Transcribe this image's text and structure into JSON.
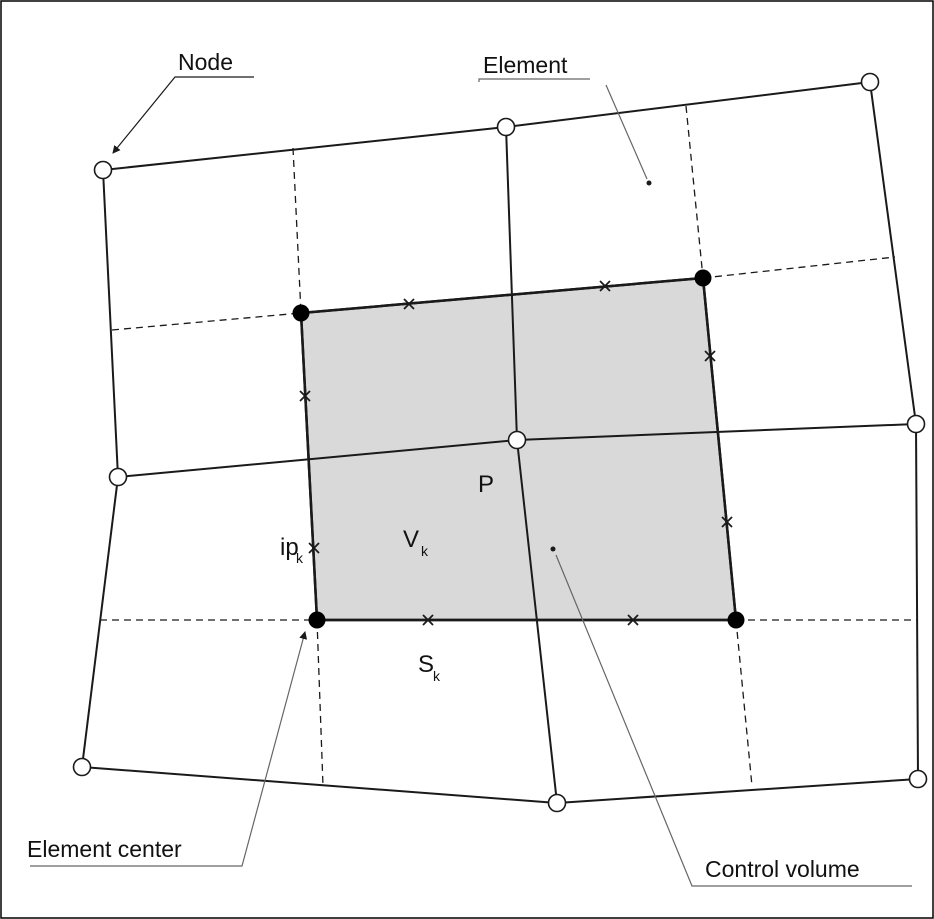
{
  "labels": {
    "node": "Node",
    "element": "Element",
    "element_center": "Element center",
    "control_volume": "Control volume",
    "point": "P",
    "volume": "V",
    "volume_sub": "k",
    "surface": "S",
    "surface_sub": "k",
    "ip": "ip",
    "ip_sub": "k"
  },
  "colors": {
    "line": "#1a1a1a",
    "fill": "#d9d9d9",
    "leader": "#666666",
    "background": "#ffffff"
  }
}
